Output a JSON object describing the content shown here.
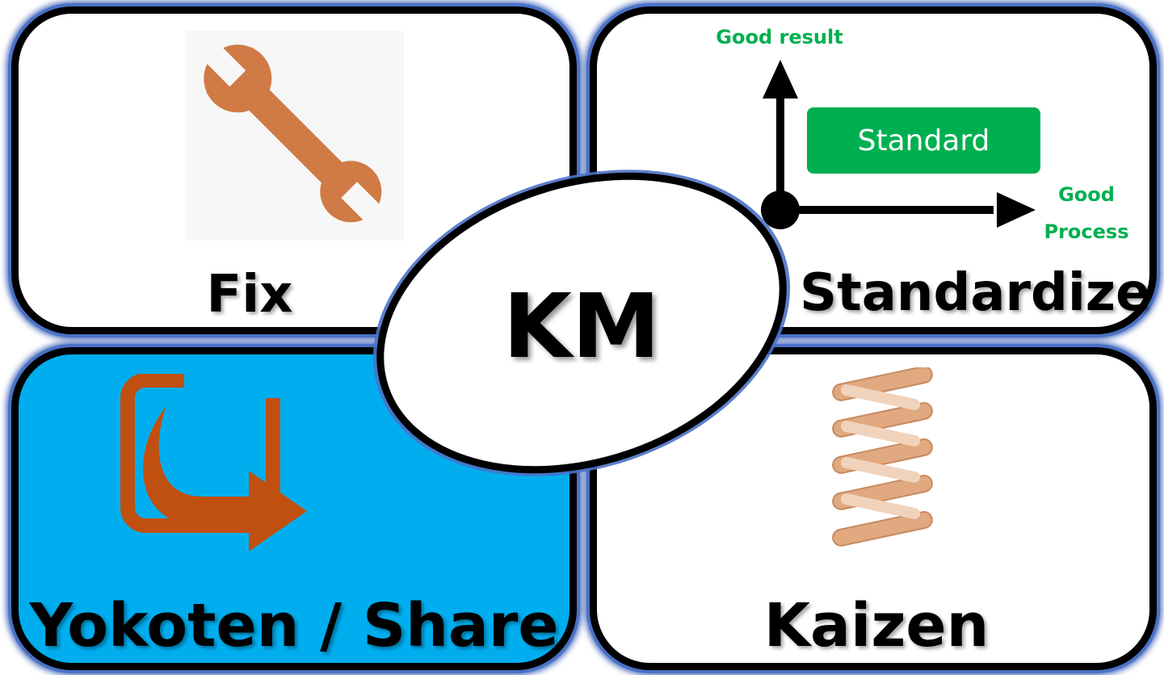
{
  "panels": {
    "fix": {
      "label": "Fix",
      "icon": "wrench-icon",
      "icon_color": "#d07a45"
    },
    "standardize": {
      "label": "Standardize",
      "chart": {
        "y_axis_label": "Good result",
        "x_axis_label": "Good Process",
        "box_label": "Standard",
        "accent_color": "#00b050"
      }
    },
    "yokoten": {
      "label": "Yokoten / Share",
      "icon": "share-icon",
      "icon_color": "#c0500f",
      "background": "#00aeef"
    },
    "kaizen": {
      "label": "Kaizen",
      "icon": "spring-icon",
      "icon_color": "#e0a97f"
    }
  },
  "center": {
    "label": "KM"
  },
  "colors": {
    "border": "#000000",
    "glow": "#4a72c6"
  }
}
